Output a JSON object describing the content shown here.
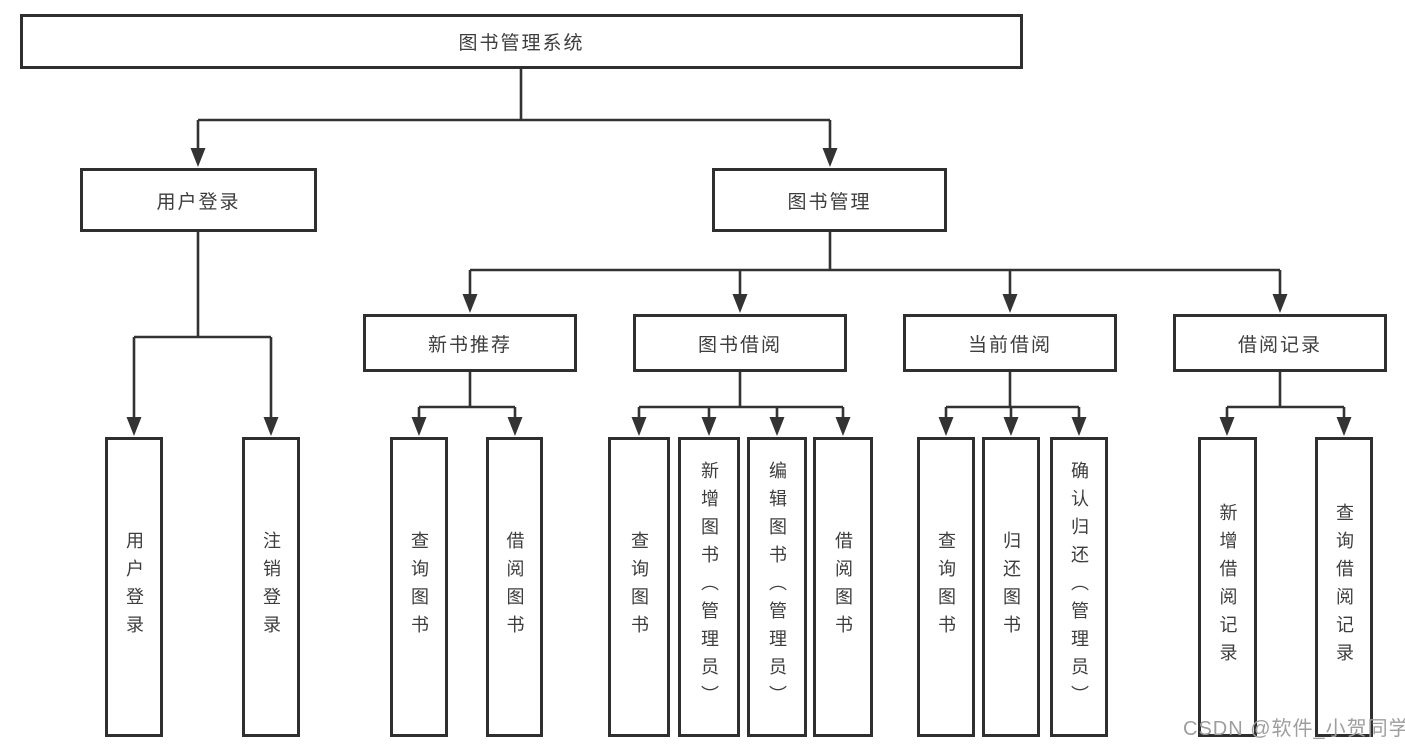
{
  "colors": {
    "line": "#333333",
    "box_border": "#2f2f2f",
    "label_text": "#3d3d3d",
    "watermark_text": "#9e9e9e",
    "background": "#ffffff"
  },
  "watermark": {
    "text": "CSDN @软件_小贺同学"
  },
  "diagram_type": "hierarchy-flowchart",
  "tree": {
    "label": "图书管理系统",
    "children": [
      {
        "label": "用户登录",
        "children": [
          {
            "label": "用户登录"
          },
          {
            "label": "注销登录"
          }
        ]
      },
      {
        "label": "图书管理",
        "children": [
          {
            "label": "新书推荐",
            "children": [
              {
                "label": "查询图书"
              },
              {
                "label": "借阅图书"
              }
            ]
          },
          {
            "label": "图书借阅",
            "children": [
              {
                "label": "查询图书"
              },
              {
                "label": "新增图书（管理员）"
              },
              {
                "label": "编辑图书（管理员）"
              },
              {
                "label": "借阅图书"
              }
            ]
          },
          {
            "label": "当前借阅",
            "children": [
              {
                "label": "查询图书"
              },
              {
                "label": "归还图书"
              },
              {
                "label": "确认归还（管理员）"
              }
            ]
          },
          {
            "label": "借阅记录",
            "children": [
              {
                "label": "新增借阅记录"
              },
              {
                "label": "查询借阅记录"
              }
            ]
          }
        ]
      }
    ]
  }
}
